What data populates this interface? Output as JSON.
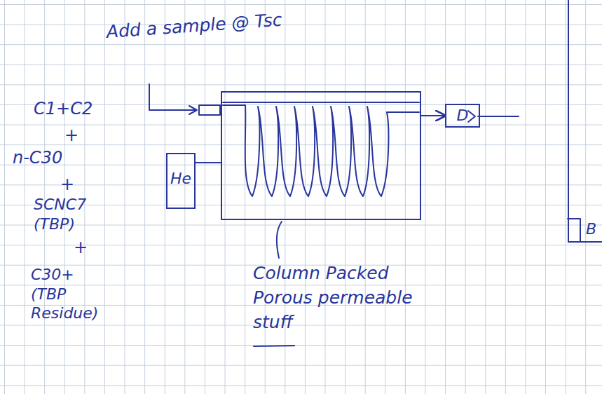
{
  "diagram": {
    "nodes": [
      {
        "text": [
          "He"
        ]
      },
      {
        "text": [
          "Column Packed Porous permeable stuff"
        ]
      },
      {
        "text": [
          "D"
        ]
      },
      {
        "text": [
          "B"
        ]
      }
    ],
    "edges": [
      {
        "from": 0,
        "to": 1,
        "arrow": "none"
      },
      {
        "from": 1,
        "to": 2,
        "arrow": "to"
      }
    ],
    "labels": [
      "Add a sample @ Tsc",
      "C1+C2",
      "+",
      "n-C30",
      "+",
      "SCNC7 (TBP)",
      "+",
      "C30+ (TBP Residue)"
    ]
  }
}
